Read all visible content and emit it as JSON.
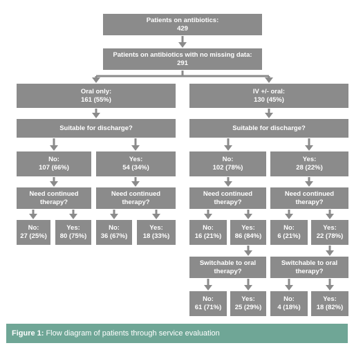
{
  "nodes": {
    "total": {
      "line1": "Patients on antibiotics:",
      "line2": "429"
    },
    "nomiss": {
      "line1": "Patients on antibiotics with no missing data:",
      "line2": "291"
    },
    "oral": {
      "line1": "Oral only:",
      "line2": "161 (55%)"
    },
    "iv": {
      "line1": "IV +/- oral:",
      "line2": "130 (45%)"
    },
    "suit_l": {
      "line1": "Suitable for discharge?",
      "line2": ""
    },
    "suit_r": {
      "line1": "Suitable for discharge?",
      "line2": ""
    },
    "l_no": {
      "line1": "No:",
      "line2": "107 (66%)"
    },
    "l_yes": {
      "line1": "Yes:",
      "line2": "54 (34%)"
    },
    "r_no": {
      "line1": "No:",
      "line2": "102 (78%)"
    },
    "r_yes": {
      "line1": "Yes:",
      "line2": "28 (22%)"
    },
    "nc1": {
      "line1": "Need continued",
      "line2": "therapy?"
    },
    "nc2": {
      "line1": "Need continued",
      "line2": "therapy?"
    },
    "nc3": {
      "line1": "Need continued",
      "line2": "therapy?"
    },
    "nc4": {
      "line1": "Need continued",
      "line2": "therapy?"
    },
    "o1": {
      "line1": "No:",
      "line2": "27 (25%)"
    },
    "o2": {
      "line1": "Yes:",
      "line2": "80 (75%)"
    },
    "o3": {
      "line1": "No:",
      "line2": "36 (67%)"
    },
    "o4": {
      "line1": "Yes:",
      "line2": "18 (33%)"
    },
    "o5": {
      "line1": "No:",
      "line2": "16 (21%)"
    },
    "o6": {
      "line1": "Yes:",
      "line2": "86 (84%)"
    },
    "o7": {
      "line1": "No:",
      "line2": "6 (21%)"
    },
    "o8": {
      "line1": "Yes:",
      "line2": "22 (78%)"
    },
    "sw1": {
      "line1": "Switchable to oral",
      "line2": "therapy?"
    },
    "sw2": {
      "line1": "Switchable to oral",
      "line2": "therapy?"
    },
    "f1": {
      "line1": "No:",
      "line2": "61 (71%)"
    },
    "f2": {
      "line1": "Yes:",
      "line2": "25 (29%)"
    },
    "f3": {
      "line1": "No:",
      "line2": "4 (18%)"
    },
    "f4": {
      "line1": "Yes:",
      "line2": "18 (82%)"
    }
  },
  "caption": {
    "lead": "Figure 1:",
    "text": "Flow diagram of patients through service evaluation"
  },
  "colors": {
    "box": "#8b8b8b",
    "arrow": "#8b8b8b",
    "caption_bg": "#6fa696",
    "text": "#ffffff"
  }
}
